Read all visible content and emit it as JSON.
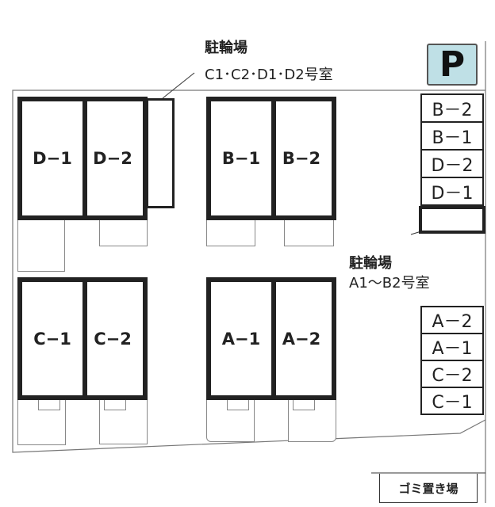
{
  "parking_sign": {
    "label": "P",
    "color": "#bfe0e6"
  },
  "bike_parking_top": {
    "title": "駐輪場",
    "rooms": "C1･C2･D1･D2号室"
  },
  "bike_parking_right": {
    "title": "駐輪場",
    "rooms": "A1〜B2号室"
  },
  "buildings": [
    {
      "units": [
        "D−1",
        "D−2"
      ]
    },
    {
      "units": [
        "B−1",
        "B−2"
      ]
    },
    {
      "units": [
        "C−1",
        "C−2"
      ]
    },
    {
      "units": [
        "A−1",
        "A−2"
      ]
    }
  ],
  "parking_upper": [
    "B－2",
    "B－1",
    "D－2",
    "D－1"
  ],
  "parking_lower": [
    "A－2",
    "A－1",
    "C－2",
    "C－1"
  ],
  "garbage": {
    "label": "ゴミ置き場"
  }
}
